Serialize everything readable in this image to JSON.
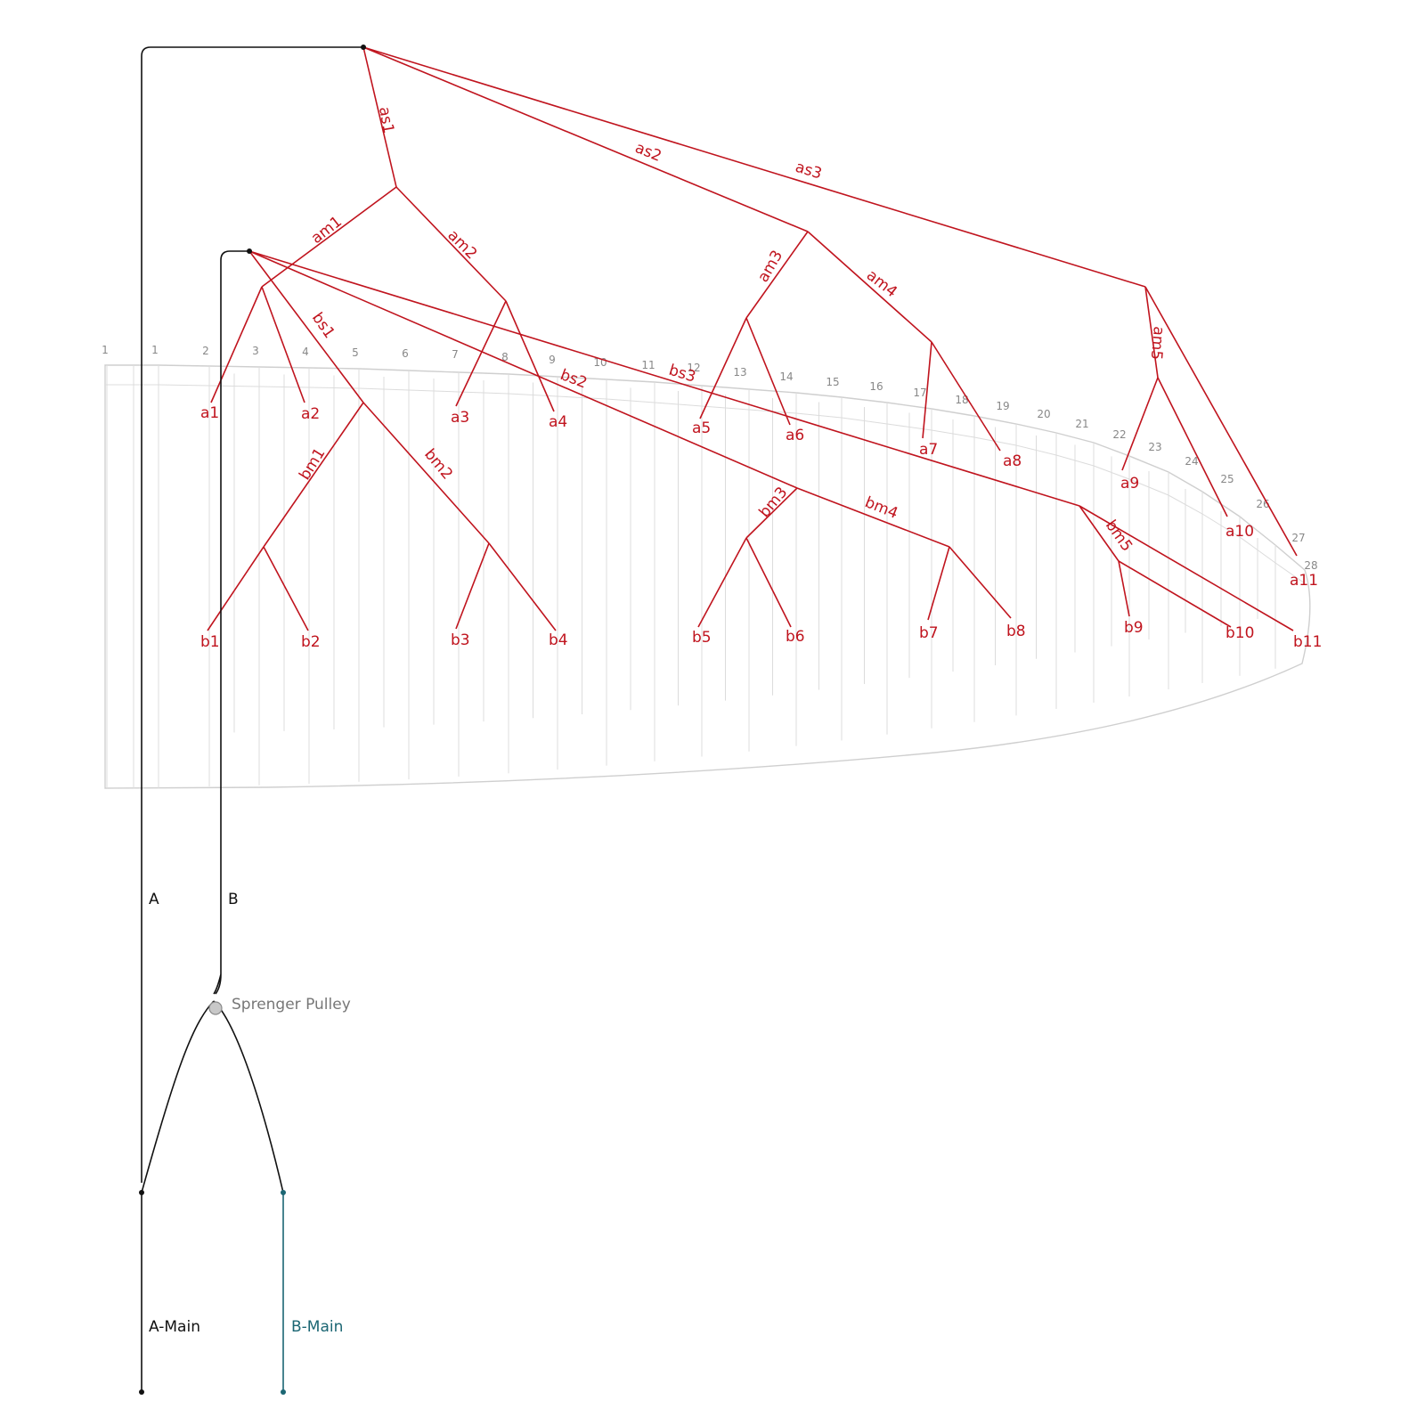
{
  "colors": {
    "gallery_lines": "#c0141e",
    "main_lines": "#111111",
    "b_main": "#1b6673",
    "canopy": "#d4d4d4",
    "pulley": "#9a9a9a"
  },
  "cell_numbers": [
    "1",
    "1",
    "2",
    "3",
    "4",
    "5",
    "6",
    "7",
    "8",
    "9",
    "10",
    "11",
    "12",
    "13",
    "14",
    "15",
    "16",
    "17",
    "18",
    "19",
    "20",
    "21",
    "22",
    "23",
    "24",
    "25",
    "26",
    "27",
    "28"
  ],
  "attachments_a": [
    "a1",
    "a2",
    "a3",
    "a4",
    "a5",
    "a6",
    "a7",
    "a8",
    "a9",
    "a10",
    "a11"
  ],
  "attachments_b": [
    "b1",
    "b2",
    "b3",
    "b4",
    "b5",
    "b6",
    "b7",
    "b8",
    "b9",
    "b10",
    "b11"
  ],
  "cascade_a": {
    "stems": [
      "as1",
      "as2",
      "as3"
    ],
    "middles": [
      "am1",
      "am2",
      "am3",
      "am4",
      "am5"
    ]
  },
  "cascade_b": {
    "stems": [
      "bs1",
      "bs2",
      "bs3"
    ],
    "middles": [
      "bm1",
      "bm2",
      "bm3",
      "bm4",
      "bm5"
    ]
  },
  "risers": {
    "a": "A",
    "b": "B"
  },
  "pulley": "Sprenger Pulley",
  "mains": {
    "a": "A-Main",
    "b": "B-Main"
  }
}
